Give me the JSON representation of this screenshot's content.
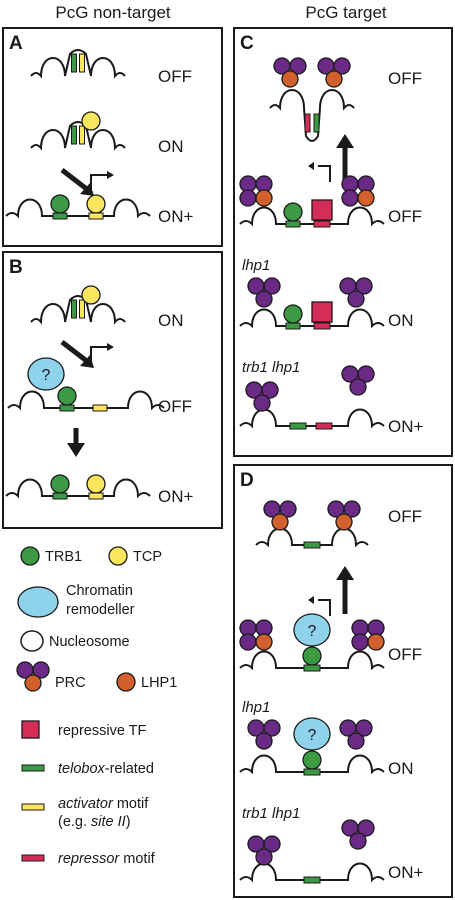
{
  "headers": {
    "left": "PcG non-target",
    "right": "PcG target"
  },
  "panels": {
    "A": {
      "label": "A",
      "states": [
        "OFF",
        "ON",
        "ON+"
      ]
    },
    "B": {
      "label": "B",
      "states": [
        "ON",
        "OFF",
        "ON+"
      ]
    },
    "C": {
      "label": "C",
      "states": [
        "OFF",
        "OFF",
        "ON",
        "ON+"
      ],
      "genotypes": [
        "lhp1",
        "trb1 lhp1"
      ]
    },
    "D": {
      "label": "D",
      "states": [
        "OFF",
        "OFF",
        "ON",
        "ON+"
      ],
      "genotypes": [
        "lhp1",
        "trb1 lhp1"
      ]
    }
  },
  "question_mark": "?",
  "legend": {
    "trb1": "TRB1",
    "tcp": "TCP",
    "chromatin_remodeller_1": "Chromatin",
    "chromatin_remodeller_2": "remodeller",
    "nucleosome": "Nucleosome",
    "prc": "PRC",
    "lhp1": "LHP1",
    "repressive_tf": "repressive TF",
    "telobox_italic": "telobox",
    "telobox_rest": "-related",
    "activator_italic": "activator",
    "activator_rest": " motif",
    "activator_eg_prefix": "(e.g. ",
    "activator_eg_italic": "site II",
    "activator_eg_suffix": ")",
    "repressor_italic": "repressor",
    "repressor_rest": " motif"
  },
  "colors": {
    "trb1_green": "#3d9a44",
    "tcp_yellow": "#fbe55f",
    "remodeller_blue": "#8fd2ec",
    "prc_purple": "#6a2a86",
    "lhp1_orange": "#d2602c",
    "repressive_tf_pink": "#d62c58",
    "telobox_green": "#3d9a44",
    "activator_yellow": "#fbe55f",
    "repressor_pink": "#d62c58"
  }
}
